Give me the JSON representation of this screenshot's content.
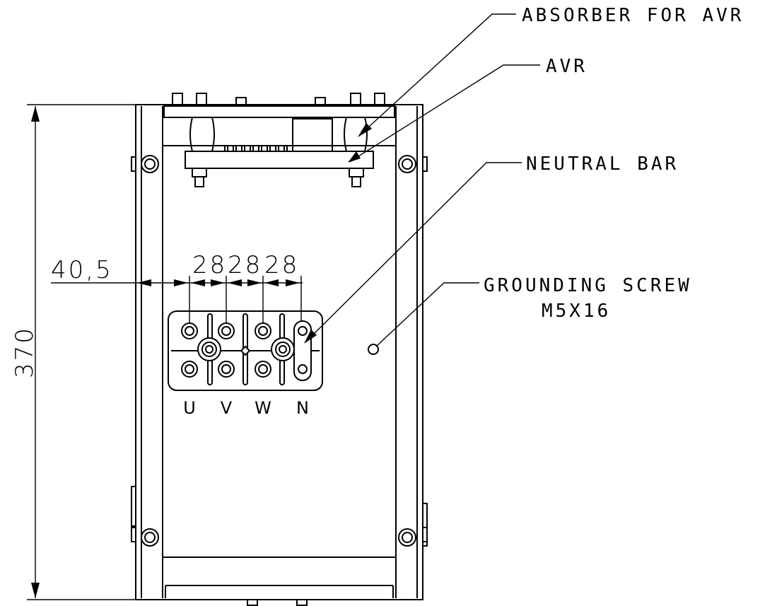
{
  "labels": {
    "absorber": "ABSORBER FOR AVR",
    "avr": "AVR",
    "neutral_bar": "NEUTRAL BAR",
    "grounding_screw": "GROUNDING SCREW",
    "grounding_screw_spec": "M5X16"
  },
  "dimensions": {
    "height": "370",
    "left_offset": "40,5",
    "pitch_1": "28",
    "pitch_2": "28",
    "pitch_3": "28"
  },
  "terminals": [
    "U",
    "V",
    "W",
    "N"
  ]
}
